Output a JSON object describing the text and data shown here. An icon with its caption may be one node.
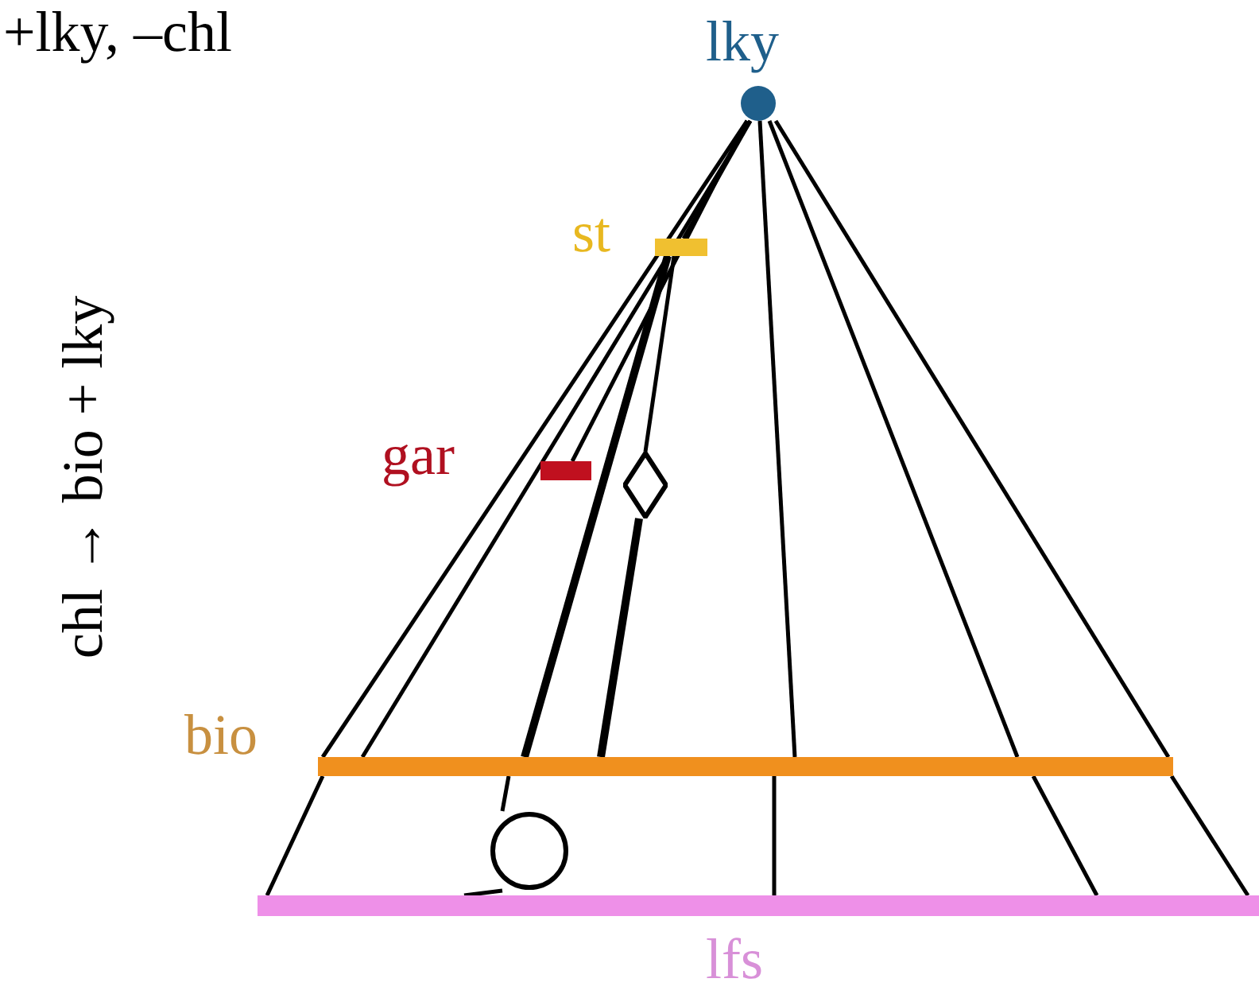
{
  "diagram": {
    "nodes": [
      {
        "text": [
          "lky"
        ]
      },
      {
        "text": [
          "st"
        ]
      },
      {
        "text": [
          "gar"
        ]
      },
      {
        "text": [
          "bio"
        ]
      },
      {
        "text": [
          "lfs"
        ]
      },
      {
        "text": [],
        "shape": "diamond"
      },
      {
        "text": [],
        "shape": "circle"
      }
    ],
    "edges": [
      {
        "from": 0,
        "to": 3,
        "arrow": "none"
      },
      {
        "from": 3,
        "to": 4,
        "arrow": "none"
      },
      {
        "from": 0,
        "to": 3,
        "arrow": "none"
      },
      {
        "from": 0,
        "to": 2,
        "arrow": "none"
      },
      {
        "from": 0,
        "to": 1,
        "arrow": "none"
      },
      {
        "from": 1,
        "to": 3,
        "arrow": "none",
        "style": "thick"
      },
      {
        "from": 1,
        "to": 5,
        "arrow": "none"
      },
      {
        "from": 5,
        "to": 3,
        "arrow": "none",
        "style": "thick"
      },
      {
        "from": 0,
        "to": 3,
        "arrow": "none"
      },
      {
        "from": 3,
        "to": 4,
        "arrow": "none"
      },
      {
        "from": 0,
        "to": 3,
        "arrow": "none"
      },
      {
        "from": 3,
        "to": 4,
        "arrow": "none"
      },
      {
        "from": 0,
        "to": 3,
        "arrow": "none"
      },
      {
        "from": 3,
        "to": 4,
        "arrow": "none"
      },
      {
        "from": 3,
        "to": 6,
        "arrow": "none"
      },
      {
        "from": 6,
        "to": 4,
        "arrow": "none"
      }
    ],
    "labels": [
      "+lky, –chl",
      "chl → bio + lky"
    ]
  }
}
